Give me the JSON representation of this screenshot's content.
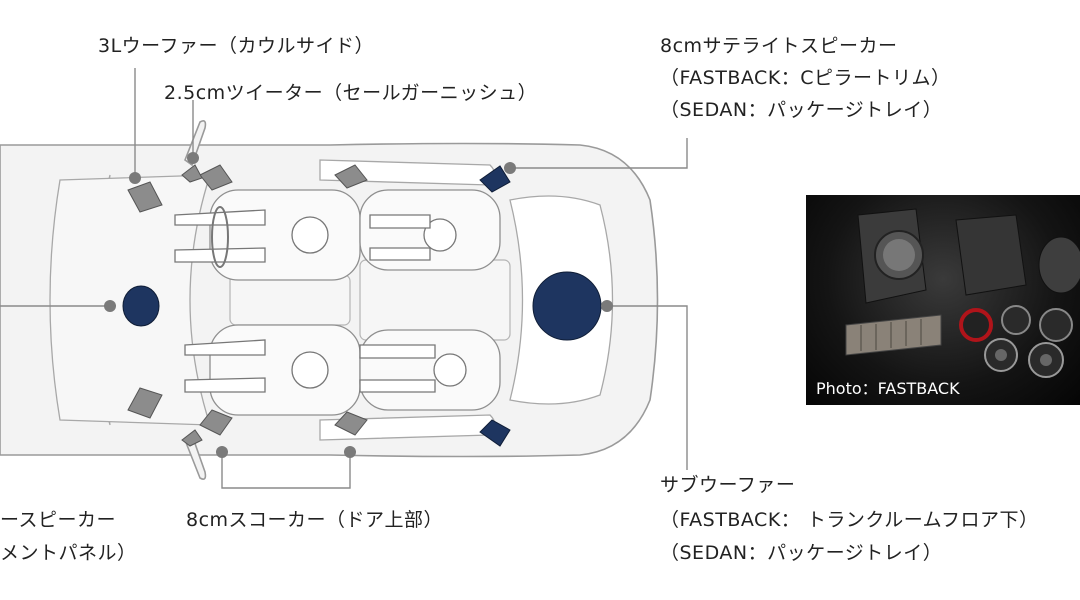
{
  "labels": {
    "woofer_3l": "3Lウーファー（カウルサイド）",
    "tweeter": "2.5cmツイーター（セールガーニッシュ）",
    "satellite_title": "8cmサテライトスピーカー",
    "satellite_fastback": "（FASTBACK：Cピラートリム）",
    "satellite_sedan": "（SEDAN：パッケージトレイ）",
    "center_line1": "ースピーカー",
    "center_line2": "メントパネル）",
    "squawker": "8cmスコーカー（ドア上部）",
    "subwoofer_title": "サブウーファー",
    "subwoofer_fastback": "（FASTBACK： トランクルームフロア下）",
    "subwoofer_sedan": "（SEDAN：パッケージトレイ）"
  },
  "photo": {
    "caption": "Photo：FASTBACK"
  },
  "colors": {
    "accent": "#1e3560",
    "line": "#8a8a8a",
    "speaker_gray": "#8c8c8c",
    "car_fill": "#f2f2f2",
    "car_stroke": "#9a9a9a"
  }
}
